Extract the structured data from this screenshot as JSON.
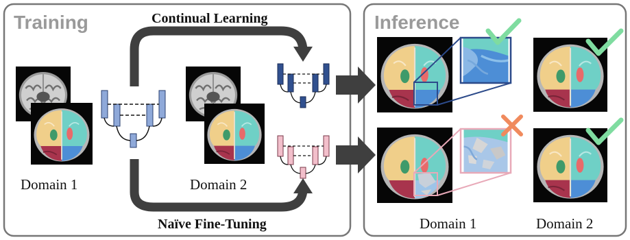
{
  "training": {
    "title": "Training"
  },
  "inference": {
    "title": "Inference"
  },
  "paths": {
    "continual": "Continual Learning",
    "naive": "Naïve Fine-Tuning"
  },
  "training_labels": {
    "domain1": "Domain 1",
    "domain2": "Domain 2"
  },
  "inference_labels": {
    "domain1": "Domain 1",
    "domain2": "Domain 2"
  },
  "colors": {
    "panel_border": "#777777",
    "arrow": "#3f3f3f",
    "unet_blue": "#8fa9d9",
    "unet_navy": "#31508f",
    "unet_pink": "#f2bfcb",
    "zoom_blue_border": "#2c4a8a",
    "zoom_pink_border": "#e8a9b8",
    "check": "#7fdca0",
    "cross": "#f08a5d"
  }
}
